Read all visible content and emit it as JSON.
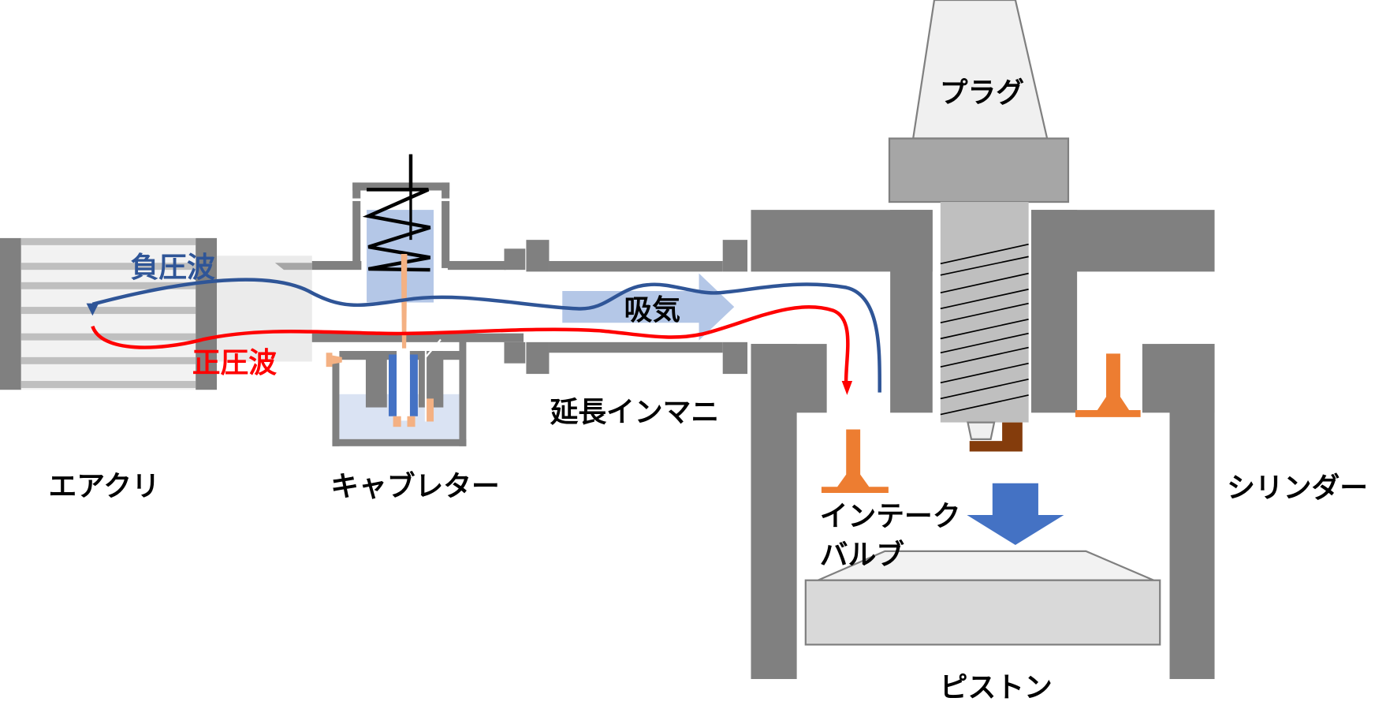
{
  "title": "吸気脈動の説明図",
  "labels": {
    "air_cleaner": "エアクリ",
    "carburetor": "キャブレター",
    "extended_manifold": "延長インマニ",
    "intake_air": "吸気",
    "negative_wave": "負圧波",
    "positive_wave": "正圧波",
    "plug": "プラグ",
    "intake_valve_line1": "インテーク",
    "intake_valve_line2": "バルブ",
    "cylinder": "シリンダー",
    "piston": "ピストン"
  },
  "colors": {
    "wall": "#808080",
    "negative_wave": "#2F5597",
    "positive_wave": "#FF0000",
    "intake_arrow": "#B4C7E7",
    "piston_arrow": "#4472C4",
    "valve": "#ED7D31",
    "needle": "#F4B183",
    "fuel": "#DAE3F3",
    "ground_electrode": "#843C0C"
  }
}
